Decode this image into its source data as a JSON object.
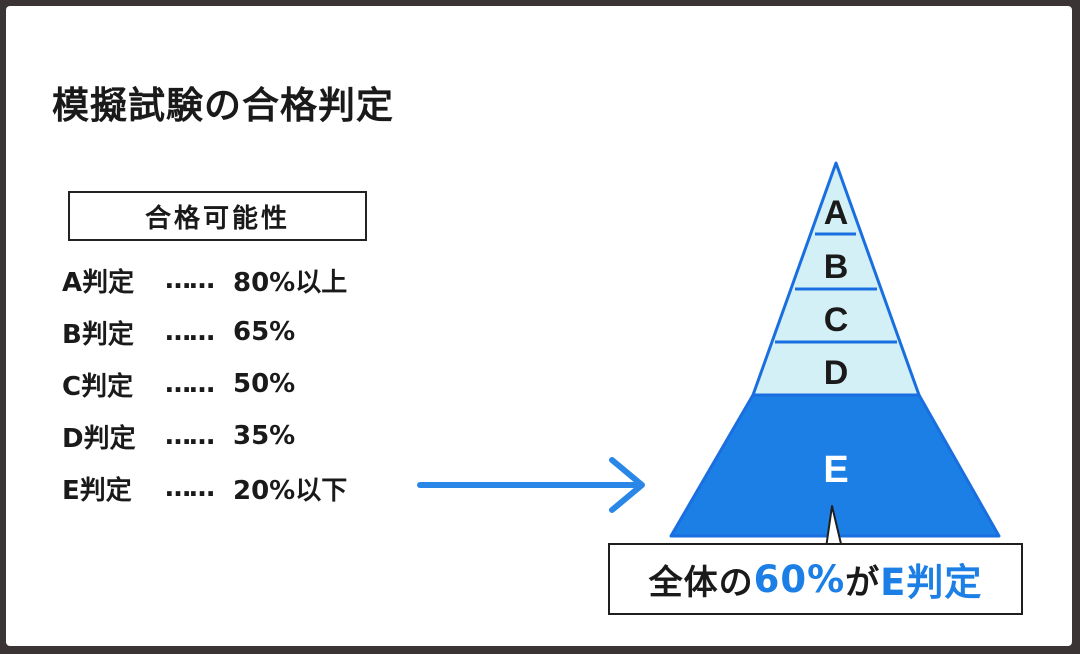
{
  "title": "模擬試験の合格判定",
  "legend_header": "合格可能性",
  "grades": [
    {
      "name": "A判定",
      "dots": "……",
      "value": "80%以上"
    },
    {
      "name": "B判定",
      "dots": "……",
      "value": "65%"
    },
    {
      "name": "C判定",
      "dots": "……",
      "value": "50%"
    },
    {
      "name": "D判定",
      "dots": "……",
      "value": "35%"
    },
    {
      "name": "E判定",
      "dots": "……",
      "value": "20%以下"
    }
  ],
  "pyramid": {
    "levels": [
      "A",
      "B",
      "C",
      "D",
      "E"
    ],
    "highlight_level": "E"
  },
  "callout": {
    "prefix": "全体の",
    "percent": "60%",
    "middle": "が",
    "grade": "E判定"
  },
  "colors": {
    "pyramid_upper_fill": "#d4f0f7",
    "pyramid_lower_fill": "#1b7fe6",
    "pyramid_outline": "#1a6fe0",
    "arrow": "#2a87e8",
    "highlight_text": "#1b7fe6"
  }
}
